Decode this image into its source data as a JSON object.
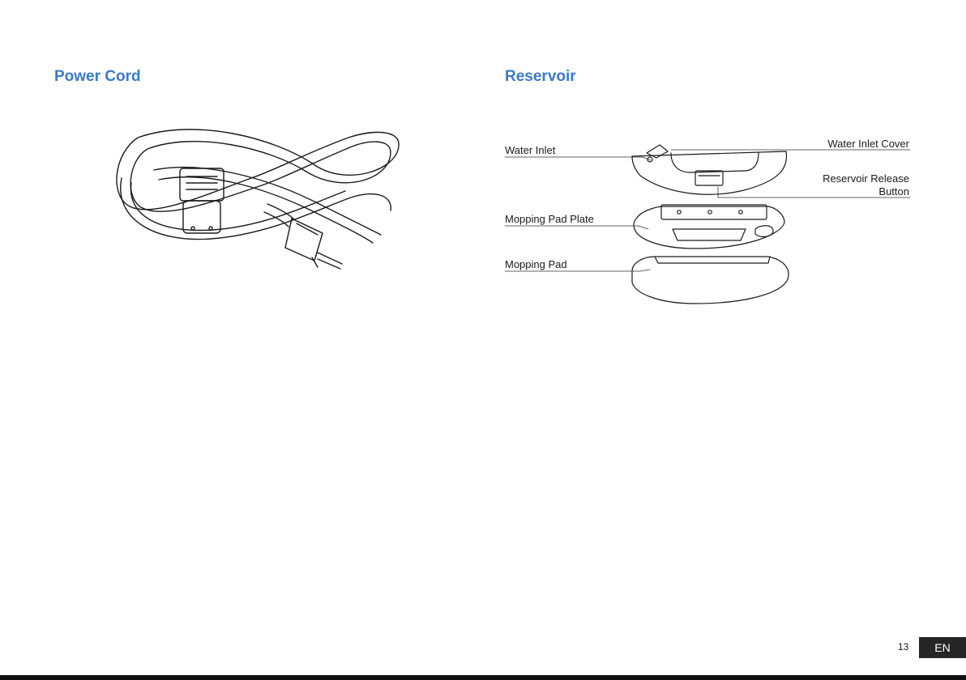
{
  "left_section": {
    "title": "Power Cord"
  },
  "right_section": {
    "title": "Reservoir",
    "callouts": {
      "water_inlet": "Water Inlet",
      "water_inlet_cover": "Water Inlet Cover",
      "reservoir_release_line1": "Reservoir Release",
      "reservoir_release_line2": "Button",
      "mopping_pad_plate": "Mopping Pad Plate",
      "mopping_pad": "Mopping Pad"
    }
  },
  "footer": {
    "page_number": "13",
    "language": "EN"
  }
}
